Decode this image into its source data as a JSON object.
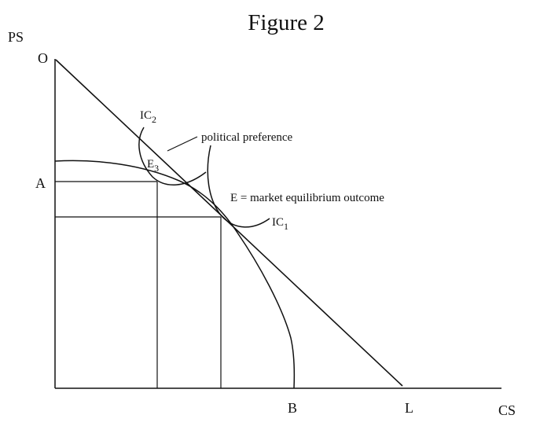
{
  "figure": {
    "title": "Figure 2",
    "y_axis_label": "PS",
    "x_axis_label": "CS",
    "labels": {
      "origin": "O",
      "a": "A",
      "b": "B",
      "l": "L",
      "ic2_main": "IC",
      "ic2_sub": "2",
      "ic1_main": "IC",
      "ic1_sub": "1",
      "e3_main": "E",
      "e3_sub": "3",
      "political_preference": "political preference",
      "market_equilibrium": "E = market equilibrium outcome"
    }
  },
  "colors": {
    "ink": "#111111",
    "background": "#ffffff"
  }
}
